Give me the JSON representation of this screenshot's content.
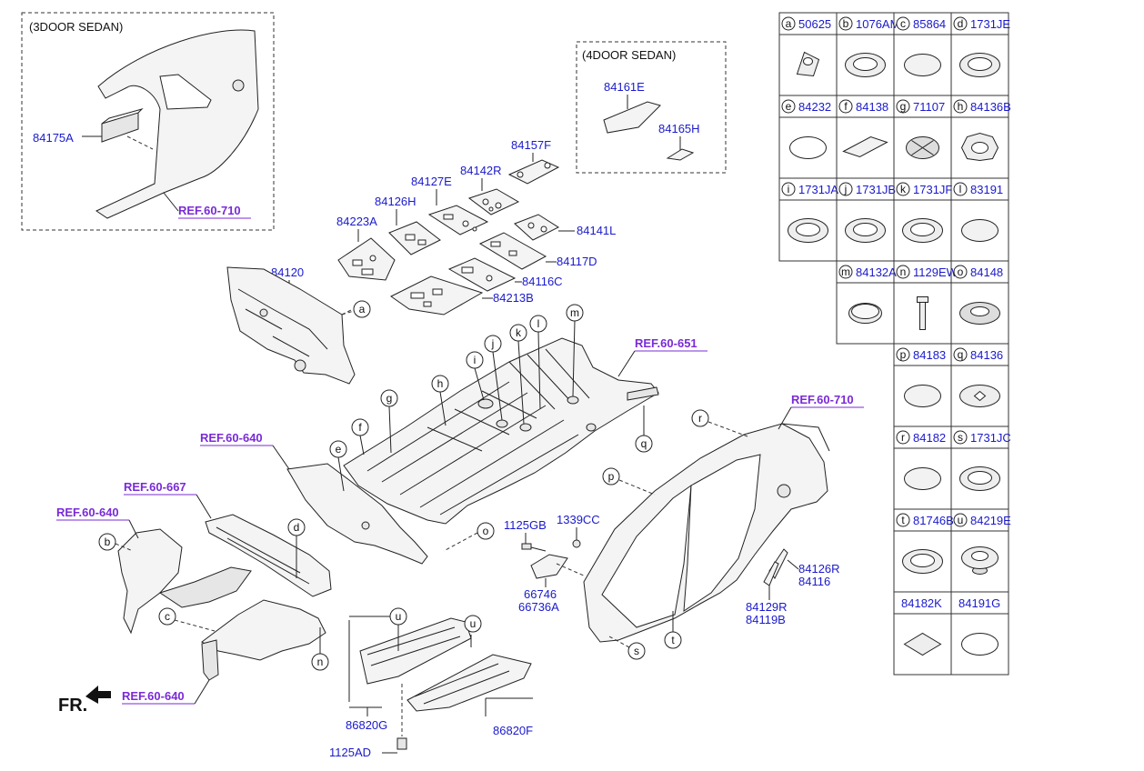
{
  "boxes": {
    "three_door": "(3DOOR SEDAN)",
    "four_door": "(4DOOR SEDAN)"
  },
  "refs": {
    "r710_top": "REF.60-710",
    "r651": "REF.60-651",
    "r710_right": "REF.60-710",
    "r640_mid": "REF.60-640",
    "r667": "REF.60-667",
    "r640_left": "REF.60-640",
    "r640_bottom": "REF.60-640"
  },
  "labels": {
    "p84175A": "84175A",
    "p84161E": "84161E",
    "p84165H": "84165H",
    "p84157F": "84157F",
    "p84142R": "84142R",
    "p84127E": "84127E",
    "p84126H": "84126H",
    "p84223A": "84223A",
    "p84141L": "84141L",
    "p84117D": "84117D",
    "p84116C": "84116C",
    "p84213B": "84213B",
    "p84120": "84120",
    "p1125GB": "1125GB",
    "p1339CC": "1339CC",
    "p66746": "66746",
    "p66736A": "66736A",
    "p84126R": "84126R",
    "p84116": "84116",
    "p84129R": "84129R",
    "p84119B": "84119B",
    "p86820G": "86820G",
    "p86820F": "86820F",
    "p1125AD": "1125AD",
    "fr": "FR."
  },
  "callouts": {
    "a": "a",
    "b": "b",
    "c": "c",
    "d": "d",
    "e": "e",
    "f": "f",
    "g": "g",
    "h": "h",
    "i": "i",
    "j": "j",
    "k": "k",
    "l": "l",
    "m": "m",
    "n": "n",
    "o": "o",
    "p": "p",
    "q": "q",
    "r": "r",
    "s": "s",
    "t": "t",
    "u": "u",
    "u2": "u"
  },
  "table": [
    {
      "letter": "a",
      "part": "50625"
    },
    {
      "letter": "b",
      "part": "1076AM"
    },
    {
      "letter": "c",
      "part": "85864"
    },
    {
      "letter": "d",
      "part": "1731JE"
    },
    {
      "letter": "e",
      "part": "84232"
    },
    {
      "letter": "f",
      "part": "84138"
    },
    {
      "letter": "g",
      "part": "71107"
    },
    {
      "letter": "h",
      "part": "84136B"
    },
    {
      "letter": "i",
      "part": "1731JA"
    },
    {
      "letter": "j",
      "part": "1731JB"
    },
    {
      "letter": "k",
      "part": "1731JF"
    },
    {
      "letter": "l",
      "part": "83191"
    },
    {
      "letter": "m",
      "part": "84132A"
    },
    {
      "letter": "n",
      "part": "1129EW"
    },
    {
      "letter": "o",
      "part": "84148"
    },
    {
      "letter": "p",
      "part": "84183"
    },
    {
      "letter": "q",
      "part": "84136"
    },
    {
      "letter": "r",
      "part": "84182"
    },
    {
      "letter": "s",
      "part": "1731JC"
    },
    {
      "letter": "t",
      "part": "81746B"
    },
    {
      "letter": "u",
      "part": "84219E"
    },
    {
      "letter": "",
      "part": "84182K"
    },
    {
      "letter": "",
      "part": "84191G"
    }
  ]
}
